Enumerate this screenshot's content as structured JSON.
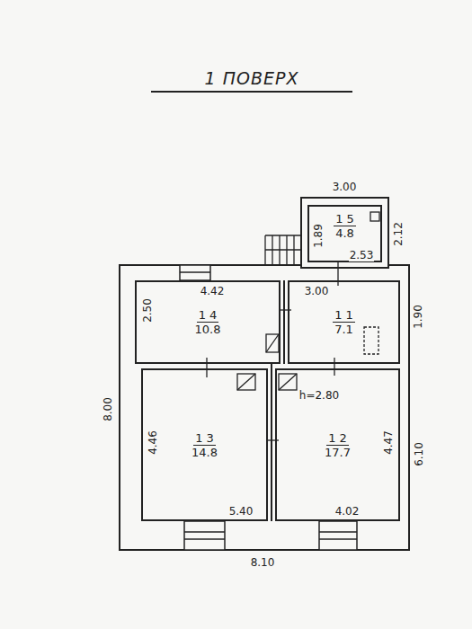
{
  "diagram": {
    "title": "1 ПОВЕРХ",
    "nodes": [
      {
        "text": [
          "1 5",
          "4.8"
        ]
      },
      {
        "text": [
          "1 4",
          "10.8"
        ]
      },
      {
        "text": [
          "1 1",
          "7.1"
        ]
      },
      {
        "text": [
          "1 3",
          "14.8"
        ]
      },
      {
        "text": [
          "1 2",
          "17.7"
        ]
      }
    ],
    "labels": [
      "3.00",
      "1.89",
      "2.12",
      "2.53",
      "4.42",
      "3.00",
      "1.90",
      "2.50",
      "h=2.80",
      "8.00",
      "4.46",
      "4.47",
      "6.10",
      "5.40",
      "4.02",
      "8.10"
    ]
  }
}
